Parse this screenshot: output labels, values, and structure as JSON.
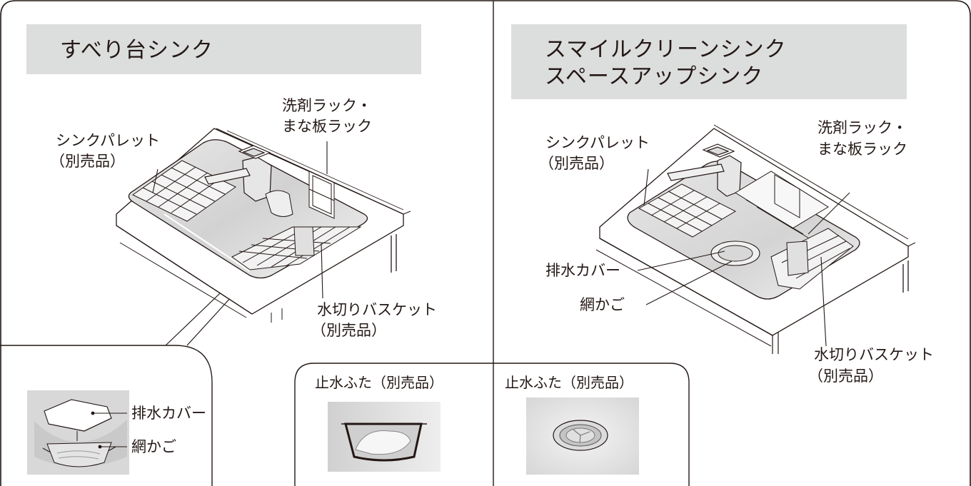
{
  "left_panel": {
    "title": "すべり台シンク",
    "labels": {
      "sink_pallet": "シンクパレット",
      "sink_pallet_sold_separately": "（別売品）",
      "detergent_rack": "洗剤ラック・",
      "cutting_board_rack": "まな板ラック",
      "drain_basket": "水切りバスケット",
      "drain_basket_sold_separately": "（別売品）"
    },
    "callout": {
      "drain_cover": "排水カバー",
      "mesh_basket": "網かご"
    },
    "stopper": {
      "label": "止水ふた（別売品）"
    }
  },
  "right_panel": {
    "title_line1": "スマイルクリーンシンク",
    "title_line2": "スペースアップシンク",
    "labels": {
      "sink_pallet": "シンクパレット",
      "sink_pallet_sold_separately": "（別売品）",
      "detergent_rack": "洗剤ラック・",
      "cutting_board_rack": "まな板ラック",
      "drain_cover": "排水カバー",
      "mesh_basket": "網かご",
      "drain_basket": "水切りバスケット",
      "drain_basket_sold_separately": "（別売品）"
    },
    "stopper": {
      "label": "止水ふた（別売品）"
    }
  }
}
